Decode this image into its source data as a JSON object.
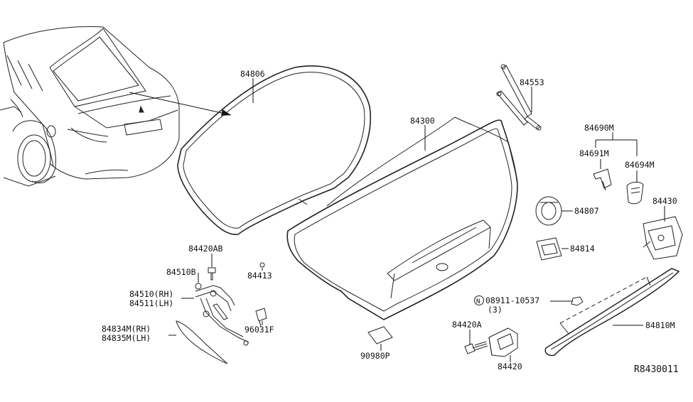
{
  "labels": {
    "p84806": "84806",
    "p84300": "84300",
    "p84553": "84553",
    "p84690M": "84690M",
    "p84691M": "84691M",
    "p84694M": "84694M",
    "p84807": "84807",
    "p84430": "84430",
    "p84814": "84814",
    "p84420AB": "84420AB",
    "p84510B": "84510B",
    "p84413": "84413",
    "p84510": "84510(RH)",
    "p84511": "84511(LH)",
    "p96031F": "96031F",
    "p84834M": "84834M(RH)",
    "p84835M": "84835M(LH)",
    "p08911_n": "N",
    "p08911": "08911-10537",
    "p08911_qty": "(3)",
    "p84420A": "84420A",
    "p84420": "84420",
    "p90980P": "90980P",
    "p84810M": "84810M"
  },
  "diagram_code": "R8430011"
}
